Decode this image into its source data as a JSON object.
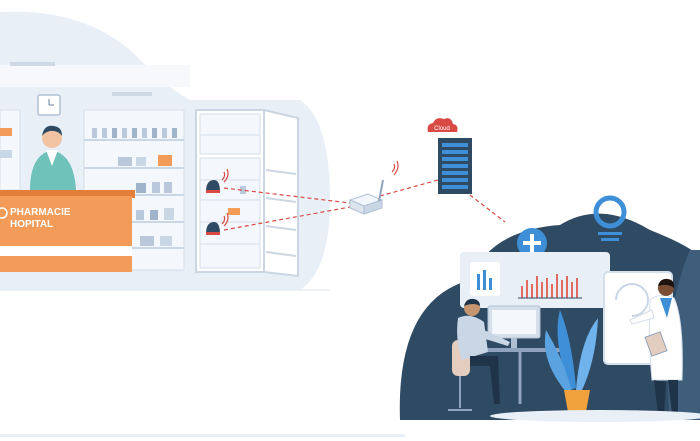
{
  "pharmacy": {
    "sign_line1": "PHARMACIE",
    "sign_line2": "HOPITAL"
  },
  "cloud": {
    "label": "Cloud"
  },
  "colors": {
    "orange": "#F39C5A",
    "orange_dark": "#E37E3A",
    "light_bg": "#E8EFF7",
    "dashed_link": "#D94A45",
    "navy": "#2F4A63",
    "accent_blue": "#3E8FD8",
    "chart_red": "#E36A5E"
  },
  "icons": [
    "wifi-signal-icon",
    "cloud-icon",
    "plus-icon",
    "ring-icon",
    "clock-icon"
  ]
}
